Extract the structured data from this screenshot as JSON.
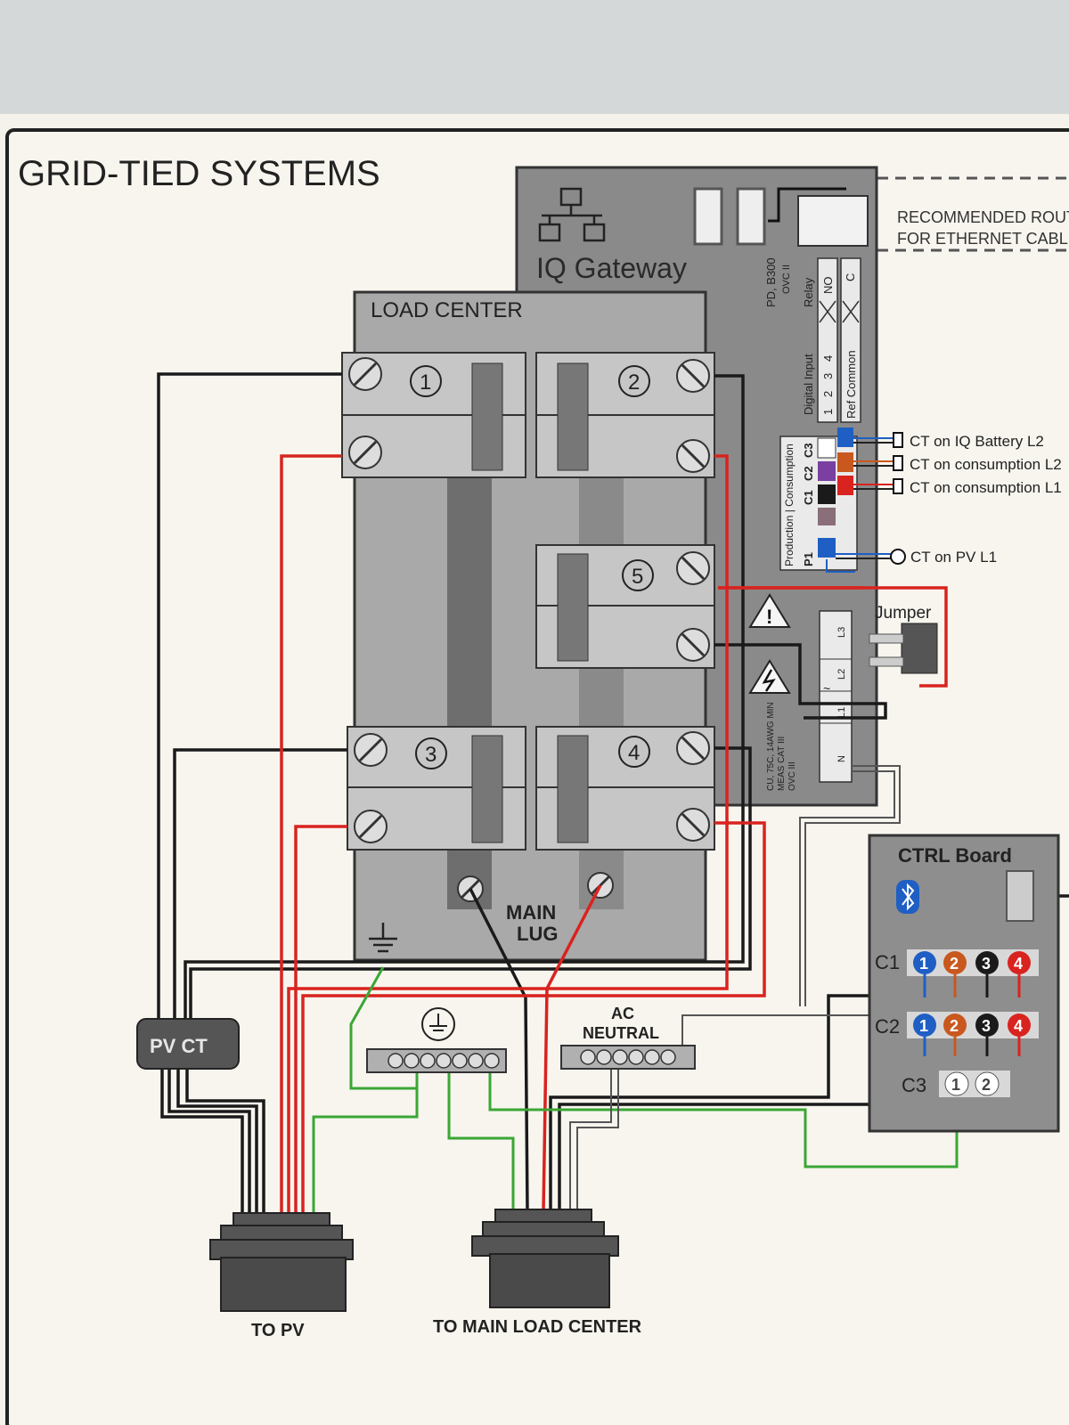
{
  "title": "GRID-TIED SYSTEMS",
  "gateway": {
    "name": "IQ Gateway",
    "rating_line1": "PD, B300",
    "rating_line2": "OVC II",
    "relay_label": "Relay",
    "relay_no": "NO",
    "relay_c": "C",
    "digital_input_label": "Digital Input",
    "digital_input_pins": [
      "1",
      "2",
      "3",
      "4"
    ],
    "ref_common": "Ref Common",
    "production_consumption": "Production | Consumption",
    "ct_ports": [
      "P1",
      "C1",
      "C2",
      "C3"
    ],
    "terminal_labels": [
      "L3",
      "L2",
      "L1",
      "N"
    ],
    "wire_spec": [
      "CU, 75C, 14AWG MIN",
      "MEAS CAT III",
      "OVC III"
    ],
    "jumper": "Jumper",
    "ethernet_note": [
      "RECOMMENDED ROUT",
      "FOR ETHERNET CABL"
    ]
  },
  "ct_labels": [
    "CT on IQ Battery L2",
    "CT on consumption L2",
    "CT on consumption L1",
    "CT on PV L1"
  ],
  "load_center": {
    "title": "LOAD CENTER",
    "breakers": [
      "1",
      "2",
      "3",
      "4",
      "5"
    ],
    "main_lug": [
      "MAIN",
      "LUG"
    ]
  },
  "pv_ct": "PV CT",
  "ac_neutral": [
    "AC",
    "NEUTRAL"
  ],
  "ctrl_board": {
    "title": "CTRL Board",
    "rows": [
      {
        "name": "C1",
        "pins": [
          "1",
          "2",
          "3",
          "4"
        ]
      },
      {
        "name": "C2",
        "pins": [
          "1",
          "2",
          "3",
          "4"
        ]
      },
      {
        "name": "C3",
        "pins": [
          "1",
          "2"
        ]
      }
    ]
  },
  "outputs": [
    "TO PV",
    "TO MAIN LOAD CENTER"
  ],
  "colors": {
    "red": "#d9231f",
    "black": "#1a1a1a",
    "green": "#3aa635",
    "blue": "#1f5fc4",
    "orange": "#c9581e",
    "purple": "#7a3fa0",
    "gateway_gray": "#5a5a5a",
    "panel_gray": "#a9a9a9"
  }
}
